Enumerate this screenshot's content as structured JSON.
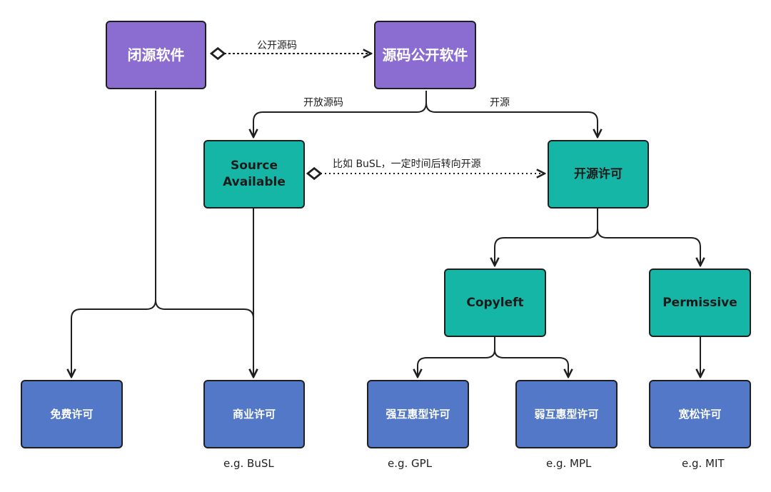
{
  "nodes": {
    "closed_source": "闭源软件",
    "source_public": "源码公开软件",
    "source_available_line1": "Source",
    "source_available_line2": "Available",
    "open_source_license": "开源许可",
    "copyleft": "Copyleft",
    "permissive": "Permissive",
    "free_license": "免费许可",
    "commercial_license": "商业许可",
    "strong_reciprocal": "强互惠型许可",
    "weak_reciprocal": "弱互惠型许可",
    "loose_license": "宽松许可"
  },
  "edge_labels": {
    "publish_source": "公开源码",
    "open_up_source": "开放源码",
    "open_source": "开源",
    "busl_note": "比如 BuSL，一定时间后转向开源"
  },
  "examples": {
    "busl": "e.g. BuSL",
    "gpl": "e.g. GPL",
    "mpl": "e.g. MPL",
    "mit": "e.g. MIT"
  },
  "colors": {
    "purple": "#8b6dd1",
    "teal": "#16b6a6",
    "blue": "#5278c7"
  }
}
